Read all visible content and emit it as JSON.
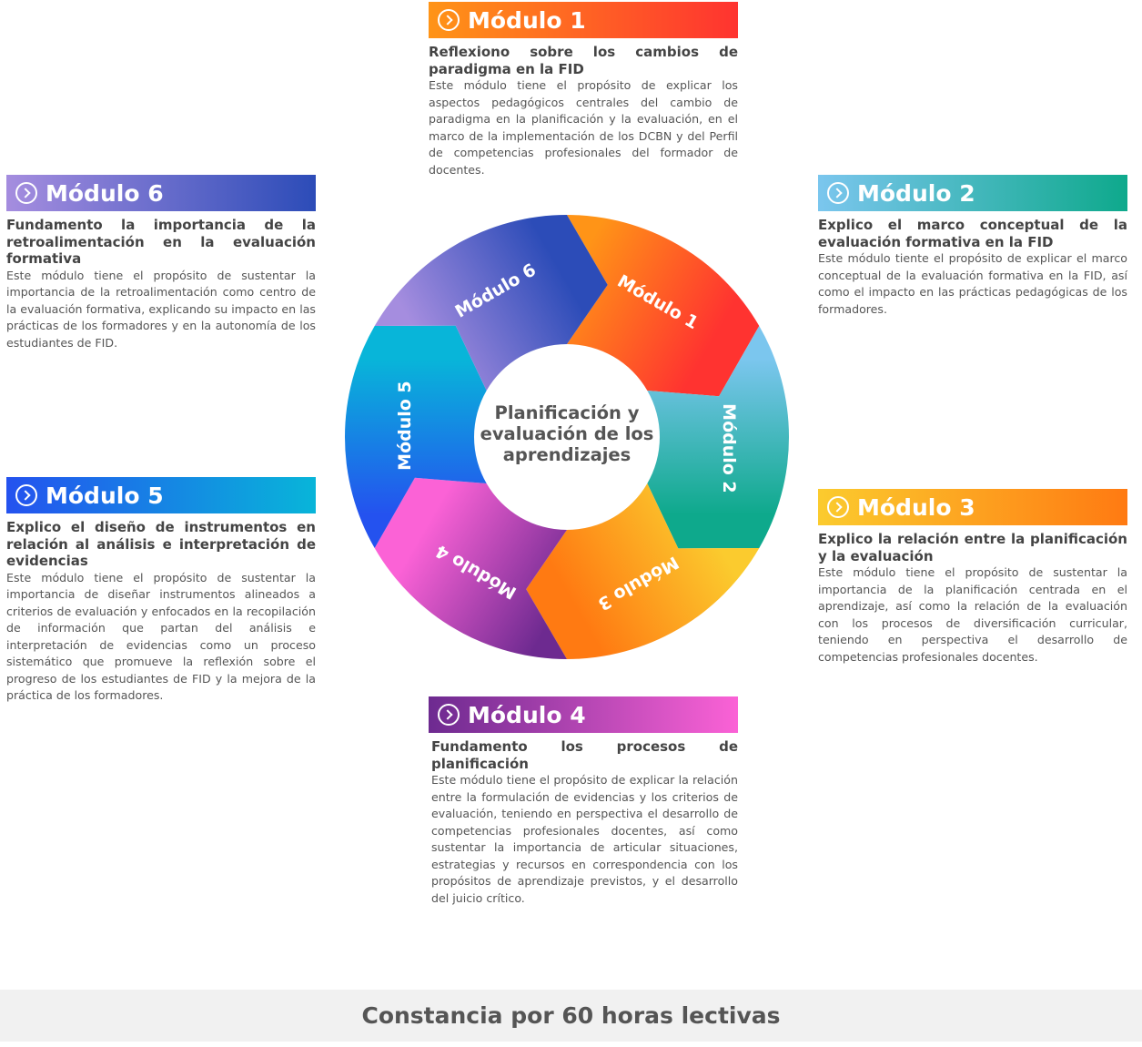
{
  "center_title": [
    "Planificación y",
    "evaluación de los",
    "aprendizajes"
  ],
  "modules": [
    {
      "title": "Módulo 1",
      "wheel_label": "Módulo 1",
      "subtitle": "Reflexiono sobre los cambios de paradigma en la FID",
      "description": "Este módulo tiene el propósito de explicar los aspectos pedagógicos centrales del cambio de paradigma en la planificación y la evaluación, en el marco de la implementación de los DCBN y del Perfil de competencias profesionales del formador de docentes.",
      "colors": [
        "#ff9417",
        "#ff3330"
      ]
    },
    {
      "title": "Módulo 2",
      "wheel_label": "Módulo 2",
      "subtitle": "Explico el marco conceptual de la evaluación formativa en la FID",
      "description": "Este módulo tiente el propósito de explicar el marco conceptual de la evaluación formativa en la FID, así como el impacto en las prácticas pedagógicas de los formadores.",
      "colors": [
        "#7bc6ee",
        "#0ea98c"
      ]
    },
    {
      "title": "Módulo 3",
      "wheel_label": "Módulo 3",
      "subtitle": "Explico la relación entre la planificación y la evaluación",
      "description": "Este módulo tiene el propósito de sustentar la importancia de la planificación centrada en el aprendizaje, así como la relación de la evaluación con los procesos de diversificación curricular, teniendo en perspectiva el desarrollo de competencias profesionales docentes.",
      "colors": [
        "#fbcb2e",
        "#ff7a12"
      ]
    },
    {
      "title": "Módulo 4",
      "wheel_label": "Módulo 4",
      "subtitle": "Fundamento los procesos de planificación",
      "description": "Este módulo tiene el propósito de explicar la relación entre la formulación de evidencias y los criterios de evaluación, teniendo en perspectiva el desarrollo de competencias profesionales docentes, así como sustentar la importancia de articular situaciones, estrategias y recursos en correspondencia con los propósitos de aprendizaje previstos, y el desarrollo del juicio crítico.",
      "colors": [
        "#6d2a90",
        "#fb62d6"
      ]
    },
    {
      "title": "Módulo 5",
      "wheel_label": "Módulo 5",
      "subtitle": "Explico el diseño de instrumentos en relación al análisis e interpretación de evidencias",
      "description": "Este módulo tiene el propósito de sustentar la importancia de diseñar instrumentos alineados a criterios de evaluación y enfocados en la recopilación de información que partan del análisis e interpretación de evidencias como un proceso sistemático que promueve la reflexión sobre el progreso de los estudiantes de FID y la mejora de la práctica de los formadores.",
      "colors": [
        "#2452ef",
        "#08b5d9"
      ]
    },
    {
      "title": "Módulo 6",
      "wheel_label": "Módulo 6",
      "subtitle": "Fundamento la importancia de la retroalimentación en la evaluación formativa",
      "description": "Este módulo tiene el propósito de sustentar la importancia de la retroalimentación como centro de la evaluación formativa, explicando su impacto en las prácticas de los formadores y en la autonomía de los estudiantes de FID.",
      "colors": [
        "#a58ddf",
        "#2c4cb8"
      ]
    }
  ],
  "footer": "Constancia por 60 horas lectivas"
}
